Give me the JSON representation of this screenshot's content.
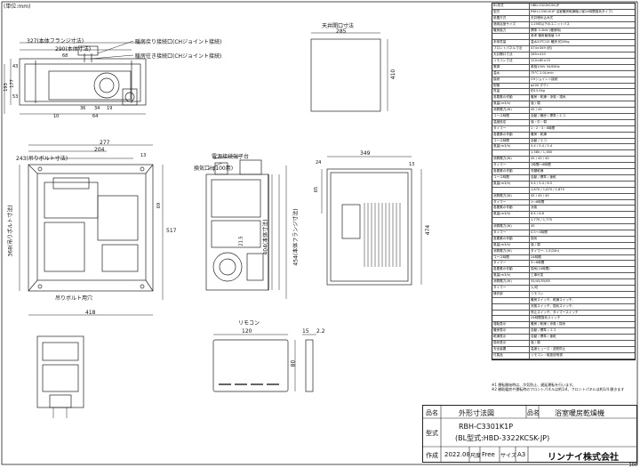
{
  "drawing": {
    "unit_note": "(単位:mm)",
    "page_number": "100"
  },
  "top_view": {
    "dim_327": "327(本体フランジ寸法)",
    "dim_290": "290(本体寸法)",
    "dim_68": "68",
    "dim_36": "36",
    "dim_34": "34",
    "dim_19": "19",
    "dim_193": "193",
    "dim_177": "177",
    "dim_43": "43",
    "dim_53": "53",
    "dim_10": "10",
    "dim_64": "64",
    "label_pipe1": "暖房戻り接続口(CHジョイント接続)",
    "label_pipe2": "暖房往き接続口(CHジョイント接続)"
  },
  "ceiling_opening": {
    "title": "天井開口寸法",
    "width": "285",
    "height": "410"
  },
  "front_view": {
    "dim_277": "277",
    "dim_204": "204",
    "dim_243": "243(吊りボルト寸法)",
    "dim_13": "13",
    "dim_368": "368(吊りボルト寸法)",
    "dim_517": "517",
    "dim_454": "454(本体フランジ寸法)",
    "dim_418": "418",
    "label_hanger": "吊りボルト用穴"
  },
  "side_view": {
    "dim_21_5": "21.5",
    "dim_404": "404(本体寸法)",
    "dim_69": "69",
    "label_power": "電源接続端子台",
    "label_exhaust": "換気口(φ100用)"
  },
  "right_view": {
    "dim_349": "349",
    "dim_24": "24",
    "dim_65": "65",
    "dim_474": "474",
    "dim_13": "13"
  },
  "remote": {
    "title": "リモコン",
    "width": "120",
    "height": "80",
    "depth": "15",
    "depth2": "2.2"
  },
  "spec_table": {
    "rows": [
      {
        "k": "BL形式",
        "v": "HBD-3322KCSK-JP"
      },
      {
        "k": "型式",
        "v": "RBH-C3301K1P 浴室暖房乾燥機(1室24時間換気タイプ)"
      },
      {
        "k": "設置方式",
        "v": "天井埋め込み式"
      },
      {
        "k": "適用浴室サイズ",
        "v": "1.25坪以下のユニットバス"
      },
      {
        "k": "暖房能力",
        "v": "標準 3.3kW (暖房時)"
      },
      {
        "k": "",
        "v": "参考 暖房最適値 3.9"
      },
      {
        "k": "本体質量",
        "v": "温水20℃/15 暖房 約20kg"
      },
      {
        "k": "フロントパネル寸法",
        "v": "474×349 (約)"
      },
      {
        "k": "天井開口寸法",
        "v": "285×410"
      },
      {
        "k": "リモコン寸法",
        "v": "120×80×15"
      },
      {
        "k": "電源",
        "v": "単相100V 50/60Hz"
      },
      {
        "k": "温水",
        "v": "75°C 2.0L/min"
      },
      {
        "k": "接続",
        "v": "CHジョイント接続"
      },
      {
        "k": "配管",
        "v": "φ100 ダクト"
      },
      {
        "k": "質量",
        "v": "約13.5kg"
      },
      {
        "k": "各要素の作動",
        "v": "暖房・乾燥・涼風・換気"
      },
      {
        "k": "風量(m3/h)",
        "v": "強 / 弱"
      },
      {
        "k": "消費電力(W)",
        "v": "45 / 45"
      },
      {
        "k": "コース時間",
        "v": "自動 / 暖房 / 標準 / エコ"
      },
      {
        "k": "温度設定",
        "v": "強・中・弱"
      },
      {
        "k": "タイマー",
        "v": "1・2・3・6時間"
      },
      {
        "k": "各要素の作動",
        "v": "暖房・乾燥"
      },
      {
        "k": "コース時間",
        "v": "自動 / エコ"
      },
      {
        "k": "風量(m3/h)",
        "v": "5.4 / 5.4 / 5.4"
      },
      {
        "k": "",
        "v": "1,380 / 1,380"
      },
      {
        "k": "消費電力(W)",
        "v": "45 / 45 / 45"
      },
      {
        "k": "タイマー",
        "v": "1時間〜6時間"
      },
      {
        "k": "各要素の作動",
        "v": "衣類乾燥"
      },
      {
        "k": "コース時間",
        "v": "自動 / 標準 / 速乾"
      },
      {
        "k": "風量(m3/h)",
        "v": "5.4 / 5.4 / 6.5"
      },
      {
        "k": "",
        "v": "1,870 / 1,870 / 1,870"
      },
      {
        "k": "消費電力(W)",
        "v": "45 / 45 / 45"
      },
      {
        "k": "タイマー",
        "v": "1〜6時間"
      },
      {
        "k": "各要素の作動",
        "v": "涼風"
      },
      {
        "k": "風量(m3/h)",
        "v": "6.4 / 6.8"
      },
      {
        "k": "",
        "v": "1,770 / 1,770"
      },
      {
        "k": "消費電力(W)",
        "v": "45"
      },
      {
        "k": "タイマー",
        "v": "0.5〜3時間"
      },
      {
        "k": "各要素の作動",
        "v": "換気"
      },
      {
        "k": "風量(m3/h)",
        "v": "強 / 弱"
      },
      {
        "k": "消費電力(W)",
        "v": "タイマー: 1.5(24h)"
      },
      {
        "k": "コース時間",
        "v": "24時間"
      },
      {
        "k": "タイマー",
        "v": "3〜6時間"
      },
      {
        "k": "各要素の作動",
        "v": "換気(24時間)"
      },
      {
        "k": "風量(m3/h)",
        "v": "工事可変"
      },
      {
        "k": "消費電力(W)",
        "v": "35/45/55/65"
      },
      {
        "k": "タイマー",
        "v": "入/切"
      },
      {
        "k": "操作部",
        "v": "リモコン"
      },
      {
        "k": "",
        "v": "暖房スイッチ、乾燥スイッチ、"
      },
      {
        "k": "",
        "v": "涼風スイッチ、換気スイッチ、"
      },
      {
        "k": "",
        "v": "停止スイッチ、タイマースイッチ"
      },
      {
        "k": "",
        "v": "24時間換気スイッチ"
      },
      {
        "k": "運転表示",
        "v": "暖房 / 乾燥 / 涼風 / 換気"
      },
      {
        "k": "暖房表示",
        "v": "自動 / 標準 / エコ"
      },
      {
        "k": "乾燥表示",
        "v": "自動 / 標準 / 速乾"
      },
      {
        "k": "換気表示",
        "v": "強 / 弱"
      },
      {
        "k": "安全装置",
        "v": "温度ヒューズ・過熱防止"
      },
      {
        "k": "付属品",
        "v": "リモコン・取扱説明書"
      }
    ],
    "note1": "※1 運転開始時は、冷気防止、遅延運転を行います。",
    "note2": "※2 補助暖房や運転時のフロントパネルは約1/4、フロントパネルは約1/4 開きます"
  },
  "title_block": {
    "name_label": "品名",
    "name_value": "外形寸法図",
    "product_label": "品名",
    "product_value": "浴室暖房乾燥機",
    "model_label": "型式",
    "model_value": "RBH-C3301K1P",
    "model_bl": "(BL型式:HBD-3322KCSK-JP)",
    "made_label": "作成",
    "date": "2022.08",
    "scale_label": "尺度",
    "scale_value": "Free",
    "size_label": "サイズ",
    "size_value": "A3",
    "company": "リンナイ株式会社"
  }
}
